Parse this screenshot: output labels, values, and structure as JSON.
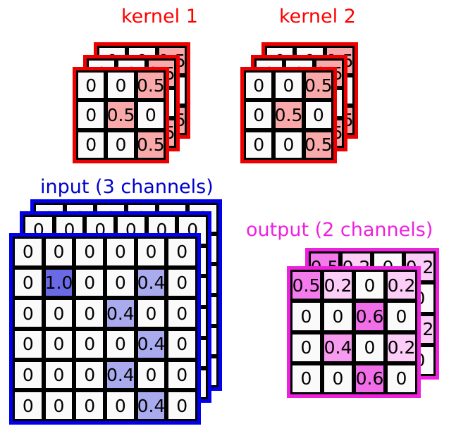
{
  "figure": {
    "type": "diagram",
    "topic": "2D convolution with multi-channel input and multiple kernels"
  },
  "labels": {
    "kernel1": "kernel 1",
    "kernel2": "kernel 2",
    "input": "input (3 channels)",
    "output": "output (2 channels)"
  },
  "colors": {
    "kernel_stroke": "#ee0000",
    "kernel_text": "#ff0000",
    "kernel_fill_half": "#f9a9a9",
    "input_stroke": "#0000ee",
    "input_text": "#0000cc",
    "input_fill_one": "#6a6ae6",
    "input_fill_point4": "#aaaaee",
    "output_stroke": "#ee22dd",
    "output_text": "#ee22dd",
    "output_fill_point6": "#f06fe8",
    "output_fill_point5": "#f47bec",
    "output_fill_point4": "#f79bf0",
    "output_fill_point2": "#fbcdf7",
    "cell_empty": "#fafafa",
    "cell_border": "#000000"
  },
  "kernel": {
    "channels": 3,
    "rows": 3,
    "cols": 3,
    "grid": [
      [
        "0",
        "0",
        "0.5"
      ],
      [
        "0",
        "0.5",
        "0"
      ],
      [
        "0",
        "0",
        "0.5"
      ]
    ],
    "values": [
      [
        0,
        0,
        0.5
      ],
      [
        0,
        0.5,
        0
      ],
      [
        0,
        0,
        0.5
      ]
    ]
  },
  "input": {
    "channels": 3,
    "rows": 6,
    "cols": 6,
    "grid": [
      [
        "0",
        "0",
        "0",
        "0",
        "0",
        "0"
      ],
      [
        "0",
        "1.0",
        "0",
        "0",
        "0.4",
        "0"
      ],
      [
        "0",
        "0",
        "0",
        "0.4",
        "0",
        "0"
      ],
      [
        "0",
        "0",
        "0",
        "0",
        "0.4",
        "0"
      ],
      [
        "0",
        "0",
        "0",
        "0.4",
        "0",
        "0"
      ],
      [
        "0",
        "0",
        "0",
        "0",
        "0.4",
        "0"
      ]
    ],
    "values": [
      [
        0,
        0,
        0,
        0,
        0,
        0
      ],
      [
        0,
        1.0,
        0,
        0,
        0.4,
        0
      ],
      [
        0,
        0,
        0,
        0.4,
        0,
        0
      ],
      [
        0,
        0,
        0,
        0,
        0.4,
        0
      ],
      [
        0,
        0,
        0,
        0.4,
        0,
        0
      ],
      [
        0,
        0,
        0,
        0,
        0.4,
        0
      ]
    ]
  },
  "output": {
    "channels": 2,
    "rows": 4,
    "cols": 4,
    "grid": [
      [
        "0.5",
        "0.2",
        "0",
        "0.2"
      ],
      [
        "0",
        "0",
        "0.6",
        "0"
      ],
      [
        "0",
        "0.4",
        "0",
        "0.2"
      ],
      [
        "0",
        "0",
        "0.6",
        "0"
      ]
    ],
    "values": [
      [
        0.5,
        0.2,
        0,
        0.2
      ],
      [
        0,
        0,
        0.6,
        0
      ],
      [
        0,
        0.4,
        0,
        0.2
      ],
      [
        0,
        0,
        0.6,
        0
      ]
    ]
  }
}
